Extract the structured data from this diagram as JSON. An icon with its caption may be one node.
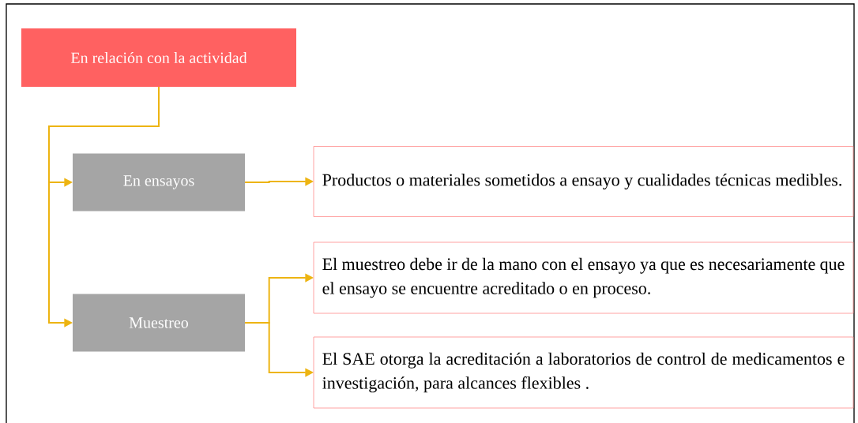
{
  "diagram": {
    "nodes": [
      {
        "text": [
          "En relación con la actividad"
        ]
      },
      {
        "text": [
          "En ensayos"
        ]
      },
      {
        "text": [
          "Muestreo"
        ]
      },
      {
        "text": [
          "Productos o materiales sometidos a ensayo y cualidades técnicas medibles."
        ]
      },
      {
        "text": [
          "El muestreo debe ir de la mano con el ensayo ya que es necesariamente que el ensayo se encuentre acreditado o en proceso."
        ]
      },
      {
        "text": [
          "El SAE otorga la acreditación a laboratorios de control de medicamentos e investigación, para alcances flexibles ."
        ]
      }
    ],
    "edges": [
      {
        "from": 0,
        "to": 1,
        "arrow": "to"
      },
      {
        "from": 0,
        "to": 2,
        "arrow": "to"
      },
      {
        "from": 1,
        "to": 3,
        "arrow": "to"
      },
      {
        "from": 2,
        "to": 4,
        "arrow": "to"
      },
      {
        "from": 2,
        "to": 5,
        "arrow": "to"
      }
    ]
  }
}
